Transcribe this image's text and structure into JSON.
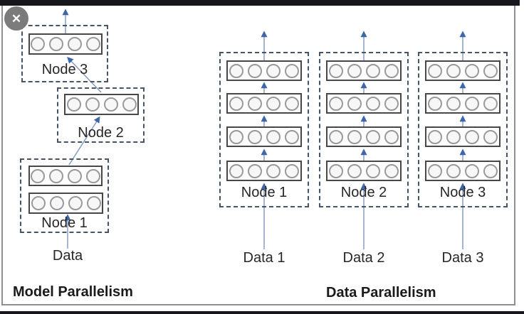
{
  "viewer": {
    "close_icon": "✕"
  },
  "diagram": {
    "left": {
      "title": "Model Parallelism",
      "data_label": "Data",
      "nodes": [
        {
          "label": "Node 1",
          "layers": 2
        },
        {
          "label": "Node 2",
          "layers": 1
        },
        {
          "label": "Node 3",
          "layers": 1
        }
      ]
    },
    "right": {
      "title": "Data Parallelism",
      "columns": [
        {
          "node_label": "Node 1",
          "data_label": "Data 1",
          "layers": 4
        },
        {
          "node_label": "Node 2",
          "data_label": "Data 2",
          "layers": 4
        },
        {
          "node_label": "Node 3",
          "data_label": "Data 3",
          "layers": 4
        }
      ]
    },
    "meta": {
      "neurons_per_layer": 4
    }
  },
  "colors": {
    "arrow_line": "#7d96bd",
    "arrow_head": "#3f66a8",
    "dashed_border": "#44546a",
    "layer_border": "#474747",
    "neuron_border": "#9a9a9a",
    "neuron_fill": "#f7f7f7",
    "text": "#262626",
    "edge_bar": "#16161d",
    "frame_border": "#8f8f8f",
    "close_button_bg": "#7b7b7b"
  }
}
